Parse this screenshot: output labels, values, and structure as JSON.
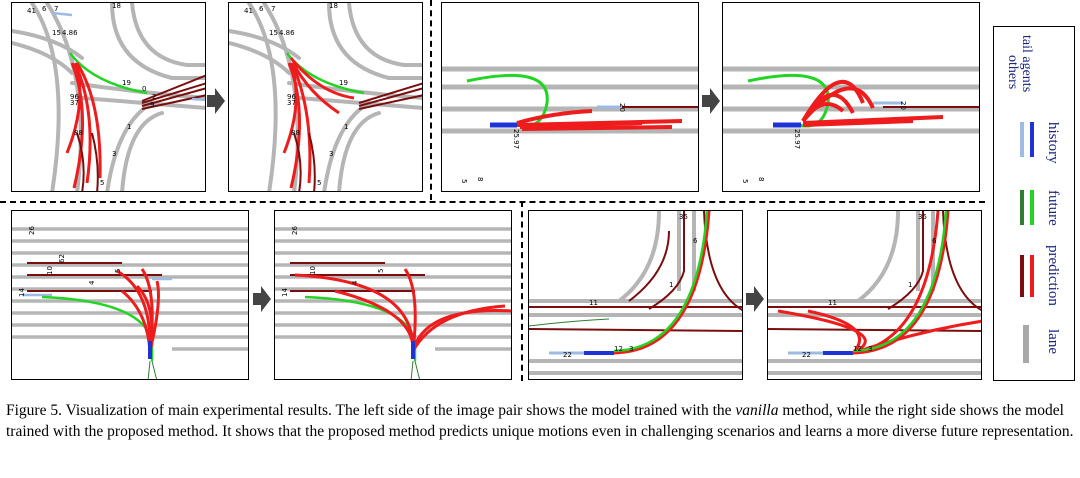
{
  "legend": {
    "header_line1": "tail agents",
    "header_line2": "others",
    "rows": [
      {
        "label": "history",
        "tail_color": "#1e33d6",
        "other_color": "#9dbbe3"
      },
      {
        "label": "future",
        "tail_color": "#24d424",
        "other_color": "#2e7d32"
      },
      {
        "label": "prediction",
        "tail_color": "#ee1c1c",
        "other_color": "#7a0e0e"
      },
      {
        "label": "lane",
        "tail_color": "#a9a9a9",
        "other_color": "#a9a9a9"
      }
    ]
  },
  "caption": {
    "part1": "Figure 5.  Visualization of main experimental results.  The left side of the image pair shows the model trained with the ",
    "emphasis": "vanilla",
    "part2": " method, while the right side shows the model trained with the proposed method. It shows that the proposed method predicts unique motions even in challenging scenarios and learns a more diverse future representation."
  },
  "panel_labels": {
    "scene1": [
      "41",
      "6",
      "7",
      "18",
      "15",
      "4.86",
      "19",
      "96",
      "37",
      "88",
      "1",
      "3",
      "5",
      "2",
      "0",
      "9"
    ],
    "scene2": [
      "25.97",
      "20",
      "8",
      "5"
    ],
    "scene3": [
      "26",
      "62",
      "10",
      "14",
      "5",
      "4"
    ],
    "scene4": [
      "35",
      "6",
      "1",
      "11",
      "22",
      "12",
      "3"
    ]
  }
}
